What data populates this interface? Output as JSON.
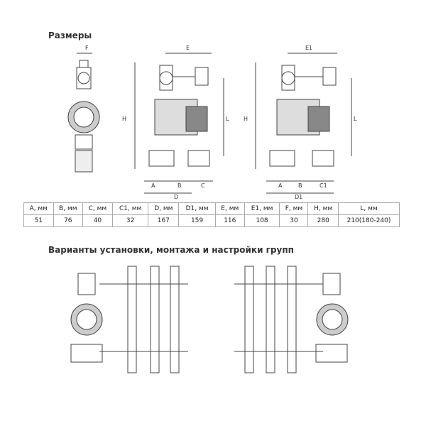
{
  "headings": {
    "dimensions": "Размеры",
    "variants": "Варианты установки, монтажа и настройки групп"
  },
  "dim_labels": {
    "F": "F",
    "E": "E",
    "E1": "E1",
    "H1": "H",
    "L1": "L",
    "H2": "H",
    "L2": "L",
    "A1": "A",
    "B1": "B",
    "C": "C",
    "D": "D",
    "A2": "A",
    "B2": "B",
    "C1": "C1",
    "D1": "D1"
  },
  "table": {
    "headers": [
      "A, мм",
      "B, мм",
      "C, мм",
      "C1, мм",
      "D, мм",
      "D1, мм",
      "E, мм",
      "E1, мм",
      "F, мм",
      "H, мм",
      "L, мм"
    ],
    "values": [
      "51",
      "76",
      "40",
      "32",
      "167",
      "159",
      "116",
      "108",
      "30",
      "280",
      "210(180-240)"
    ]
  }
}
